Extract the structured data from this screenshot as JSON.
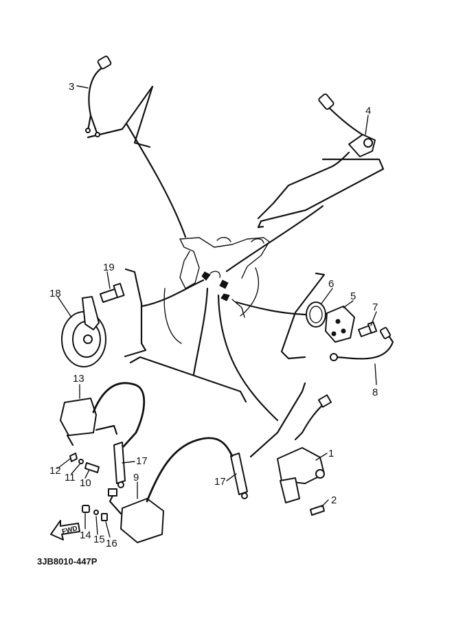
{
  "diagram": {
    "drawing_code": "3JB8010-447P",
    "direction_arrow_label": "FWD",
    "part_numbers": [
      "1",
      "2",
      "3",
      "4",
      "5",
      "6",
      "7",
      "8",
      "9",
      "10",
      "11",
      "12",
      "13",
      "14",
      "15",
      "16",
      "17",
      "17",
      "18",
      "19"
    ]
  }
}
